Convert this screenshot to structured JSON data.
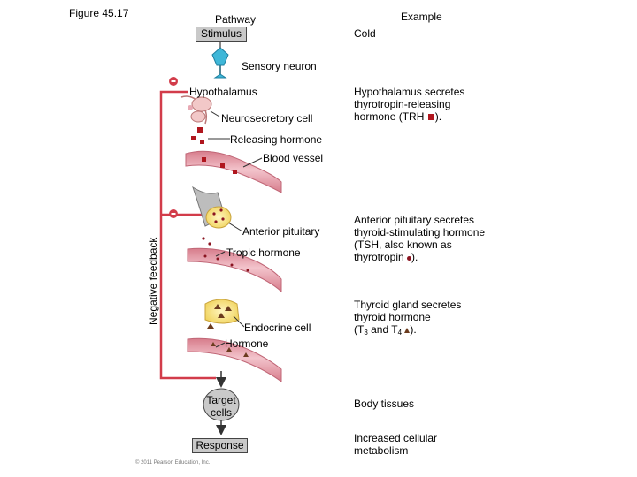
{
  "figure_label": "Figure 45.17",
  "headers": {
    "pathway": "Pathway",
    "example": "Example"
  },
  "pathway": {
    "stimulus": "Stimulus",
    "sensory_neuron": "Sensory neuron",
    "hypothalamus": "Hypothalamus",
    "neurosecretory_cell": "Neurosecretory cell",
    "releasing_hormone": "Releasing hormone",
    "blood_vessel": "Blood vessel",
    "anterior_pituitary": "Anterior pituitary",
    "tropic_hormone": "Tropic hormone",
    "endocrine_cell": "Endocrine cell",
    "hormone": "Hormone",
    "target_cells": "Target cells",
    "response": "Response"
  },
  "feedback": {
    "label": "Negative feedback",
    "sign1": "–",
    "sign2": "–"
  },
  "examples": {
    "cold": "Cold",
    "hypothalamus": "Hypothalamus secretes thyrotropin-releasing hormone (TRH",
    "hypothalamus_end": ").",
    "pituitary": "Anterior pituitary secretes thyroid-stimulating hormone (TSH, also known as thyrotropin",
    "pituitary_end": ").",
    "thyroid_a": "Thyroid gland secretes thyroid hormone",
    "thyroid_b_1": "(T",
    "thyroid_b_sub1": "3",
    "thyroid_b_2": " and T",
    "thyroid_b_sub2": "4",
    "thyroid_b_end": ").",
    "body_tissues": "Body tissues",
    "metabolism": "Increased cellular metabolism"
  },
  "copyright": "© 2011 Pearson Education, Inc.",
  "colors": {
    "feedback_line": "#d23c4a",
    "vessel": "#e8a9b4",
    "trh_square": "#b0161e",
    "gland_yellow": "#f7e27a",
    "box_fill": "#c9c9c9",
    "neuron_cyan": "#3fb7d8"
  }
}
